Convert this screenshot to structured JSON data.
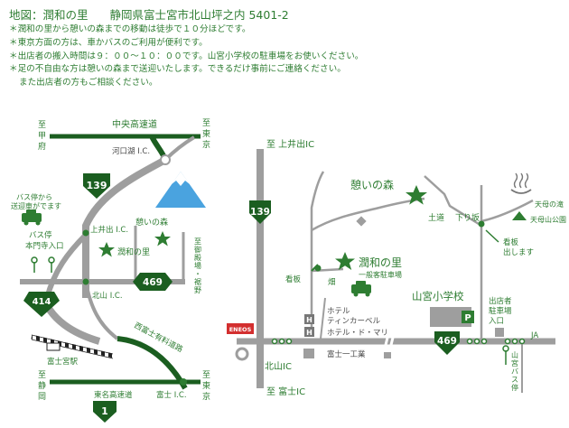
{
  "header": {
    "title_label": "地図：潤和の里",
    "address": "静岡県富士宮市北山坪之内 5401-2",
    "notes": [
      "＊潤和の里から憩いの森までの移動は徒歩で１０分ほどです。",
      "＊東京方面の方は、車かバスのご利用が便利です。",
      "＊出店者の搬入時間は９：００〜１０：００です。山宮小学校の駐車場をお使いください。",
      "＊足の不自由な方は憩いの森まで送迎いたします。できるだけ事前にご連絡ください。",
      "また出店者の方もご相談ください。"
    ]
  },
  "left_map": {
    "chuo_expressway": "中央高速道",
    "to_fuchu": [
      "至",
      "甲",
      "府"
    ],
    "to_tokyo_top": [
      "至",
      "東",
      "京"
    ],
    "kawaguchiko_ic": "河口湖 I.C.",
    "route_139": "139",
    "bus_stop_note": [
      "バス停から",
      "送迎車がでます"
    ],
    "bus_stop_entrance": [
      "バス停",
      "本門寺入口"
    ],
    "kamiide_ic": "上井出 I.C.",
    "ikoi_no_mori": "憩いの森",
    "junwa_no_sato": "潤和の里",
    "to_gotemba": [
      "至",
      "御",
      "殿",
      "場",
      "・",
      "裾",
      "野"
    ],
    "route_469": "469",
    "route_414": "414",
    "kitayama_ic": "北山 I.C.",
    "nishi_fuji_road": "西富士有料道路",
    "fujinomiya_station": "富士宮駅",
    "tomei_expressway": "東名高速道",
    "fuji_ic": "富士 I.C.",
    "to_shizuoka": [
      "至",
      "静",
      "岡"
    ],
    "to_tokyo_bottom": [
      "至",
      "東",
      "京"
    ],
    "route_1": "1"
  },
  "right_map": {
    "to_kamiide_ic": "至 上井出IC",
    "route_139": "139",
    "ikoi_no_mori": "憩いの森",
    "dodo": "土道",
    "shimozaka": "下り坂",
    "tenbo_taki": "天母の滝",
    "tenbo_park": "天母山公園",
    "junwa_no_sato": "潤和の里",
    "general_parking": "一般客駐車場",
    "signboard": "看板",
    "field": "畑",
    "signboard_note": [
      "看板",
      "出します"
    ],
    "yamamiya_school": "山宮小学校",
    "exhibitor_parking": [
      "出店者",
      "駐車場",
      "入口"
    ],
    "eneos": "ENEOS",
    "hotel_1": [
      "ホテル",
      "ティンカーベル"
    ],
    "hotel_2": "ホテル・ド・マリ",
    "fuji_ichi_kogyo": "富士一工業",
    "route_469": "469",
    "ja": "JA",
    "kitayama_ic": "北山IC",
    "to_fuji_ic": "至 富士IC",
    "yamamiya_bus_stop": [
      "山",
      "宮",
      "バ",
      "ス",
      "停"
    ],
    "parking_mark": "P",
    "hotel_mark": "H"
  },
  "colors": {
    "green": "#2e7d32",
    "dark_green": "#1b5e20",
    "road_grey": "#9e9e9e",
    "red": "#d32f2f",
    "sky_blue": "#4aa3df"
  }
}
